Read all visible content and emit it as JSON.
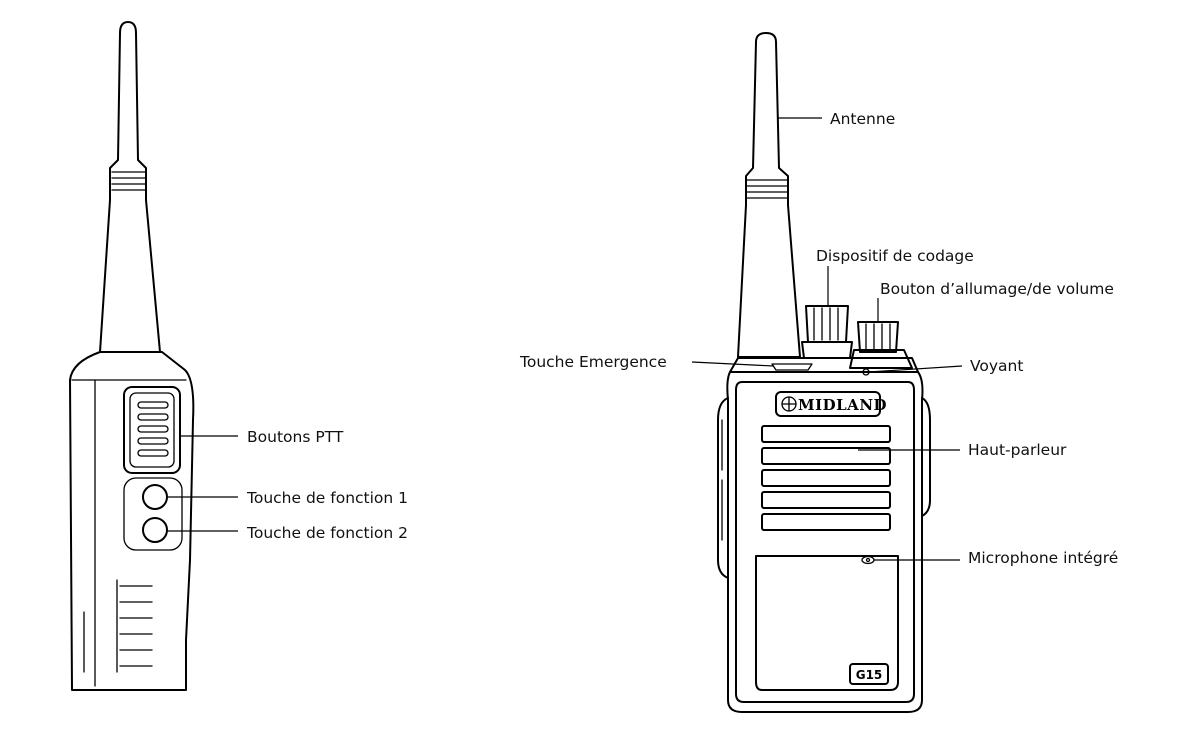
{
  "side_view": {
    "labels": {
      "ptt": "Boutons PTT",
      "function_1": "Touche de fonction 1",
      "function_2": "Touche de fonction 2"
    }
  },
  "front_view": {
    "brand_logo_text": "MIDLAND",
    "model_badge": "G15",
    "labels": {
      "antenna": "Antenne",
      "encoder": "Dispositif de codage",
      "power_volume": "Bouton d’allumage/de volume",
      "emergency": "Touche Emergence",
      "indicator": "Voyant",
      "speaker": "Haut-parleur",
      "microphone": "Microphone intégré"
    }
  }
}
